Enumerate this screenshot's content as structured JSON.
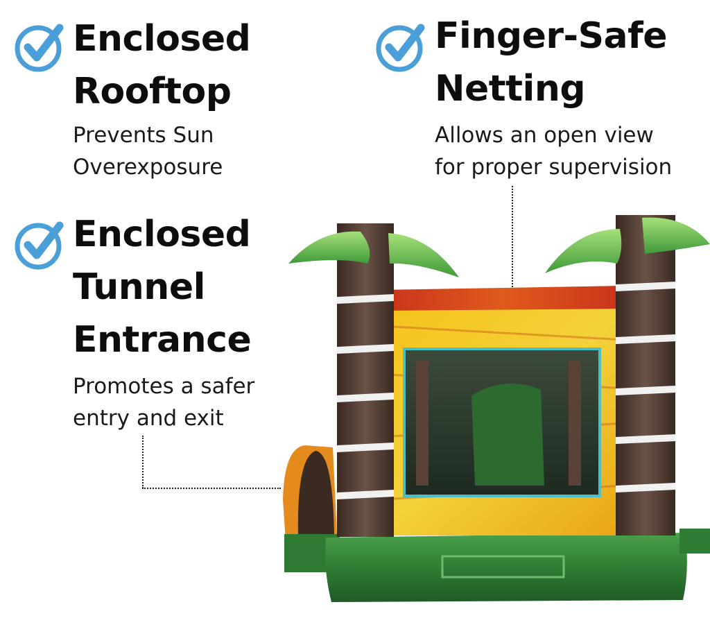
{
  "features": {
    "rooftop": {
      "title_line1": "Enclosed",
      "title_line2": "Rooftop",
      "desc_line1": "Prevents Sun",
      "desc_line2": "Overexposure"
    },
    "netting": {
      "title_line1": "Finger-Safe",
      "title_line2": "Netting",
      "desc_line1": "Allows an open view",
      "desc_line2": "for proper supervision"
    },
    "tunnel": {
      "title_line1": "Enclosed",
      "title_line2": "Tunnel",
      "title_line3": "Entrance",
      "desc_line1": "Promotes a safer",
      "desc_line2": "entry and exit"
    }
  },
  "icons": {
    "feature_marker": "check-circle-icon",
    "product": "bounce-house-illustration"
  },
  "colors": {
    "check_blue": "#4a9fd8",
    "title_text": "#0d0d0d",
    "body_text": "#1a1a1a",
    "background": "#ffffff"
  }
}
